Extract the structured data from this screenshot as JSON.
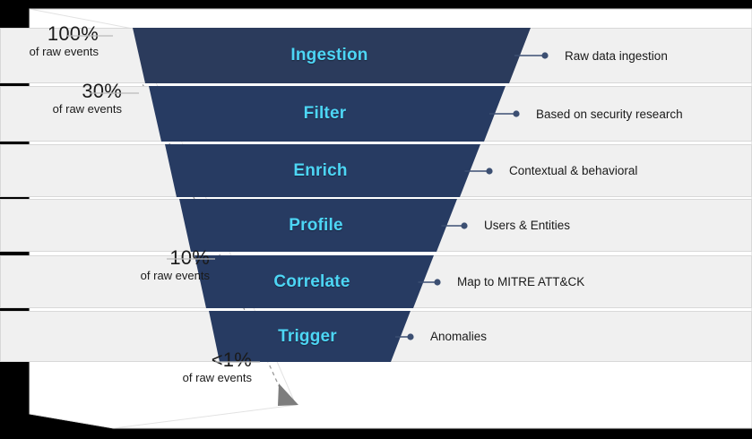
{
  "diagram": {
    "type": "funnel",
    "title": "",
    "background_color": "#000000",
    "card_color": "#FFFFFF",
    "panel_color": "#F0F0F0",
    "funnel_color": "#273B62",
    "funnel_color_top": "#2B3B5C",
    "label_color": "#4DD6F5",
    "text_color": "#1A1A1A",
    "leader_color": "#3C4F72"
  },
  "stages": [
    {
      "name": "Ingestion",
      "description": "Raw data ingestion"
    },
    {
      "name": "Filter",
      "description": "Based on security research"
    },
    {
      "name": "Enrich",
      "description": "Contextual & behavioral"
    },
    {
      "name": "Profile",
      "description": "Users & Entities"
    },
    {
      "name": "Correlate",
      "description": "Map to MITRE ATT&CK"
    },
    {
      "name": "Trigger",
      "description": "Anomalies"
    }
  ],
  "annotations": [
    {
      "percent": "100%",
      "sub": "of raw events"
    },
    {
      "percent": "30%",
      "sub": "of raw events"
    },
    {
      "percent": "10%",
      "sub": "of raw events"
    },
    {
      "percent": "<1%",
      "sub": "of raw events"
    }
  ]
}
